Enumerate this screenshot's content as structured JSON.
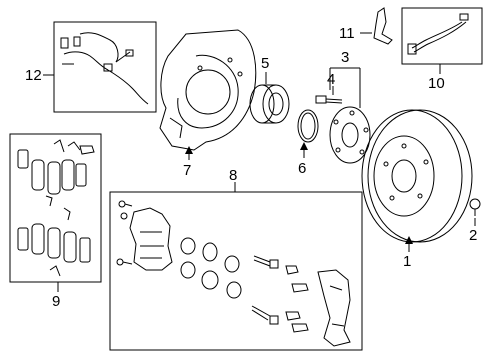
{
  "diagram": {
    "callouts": [
      "1",
      "2",
      "3",
      "4",
      "5",
      "6",
      "7",
      "8",
      "9",
      "10",
      "11",
      "12"
    ],
    "colors": {
      "line": "#000000",
      "background": "#ffffff"
    }
  }
}
